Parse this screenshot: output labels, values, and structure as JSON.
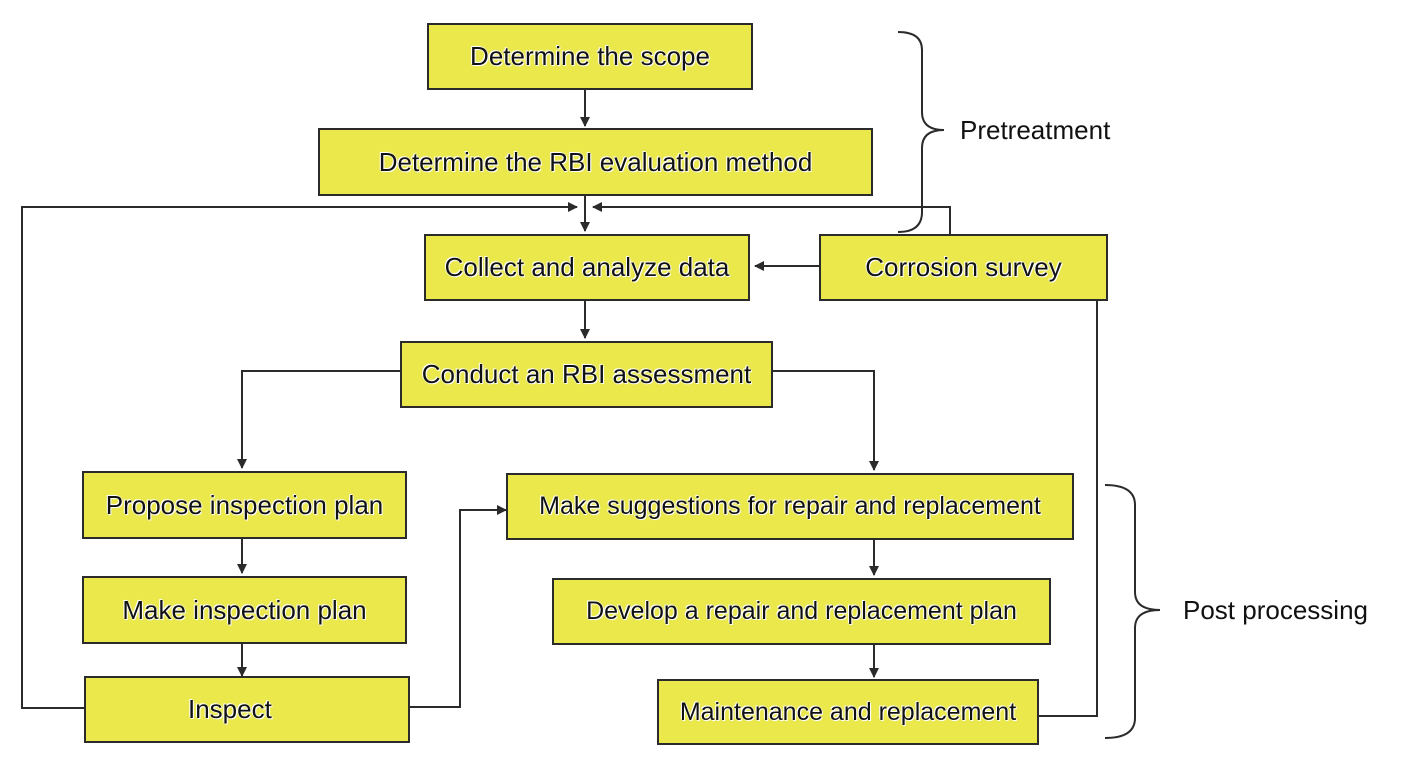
{
  "colors": {
    "box_fill": "#eae84a",
    "stroke": "#2b2b2b"
  },
  "boxes": {
    "scope": "Determine the scope",
    "method": "Determine the RBI evaluation method",
    "collect": "Collect and analyze data",
    "corrosion": "Corrosion survey",
    "assessment": "Conduct an RBI assessment",
    "propose": "Propose inspection plan",
    "make_plan": "Make inspection plan",
    "inspect": "Inspect",
    "suggestions": "Make suggestions for repair and replacement",
    "develop": "Develop a repair and replacement plan",
    "maintenance": "Maintenance and replacement"
  },
  "groups": {
    "pretreatment": "Pretreatment",
    "post_processing": "Post processing"
  }
}
